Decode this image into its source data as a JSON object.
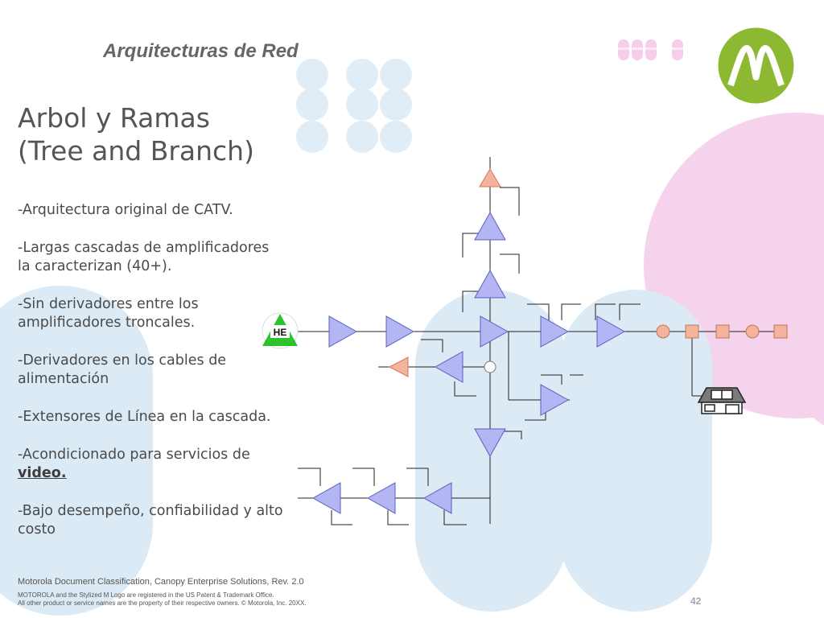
{
  "header": {
    "section_title": "Arquitecturas de Red"
  },
  "slide": {
    "title": "Arbol y Ramas (Tree and Branch)",
    "bullets": [
      "-Arquitectura original de CATV.",
      "-Largas cascadas de amplificadores la caracterizan (40+).",
      "-Sin derivadores entre los amplificadores troncales.",
      "-Derivadores en los cables de alimentación",
      "-Extensores de Línea en la cascada.",
      "-Acondicionado para servicios de",
      "-Bajo desempeño, confiabilidad y alto costo"
    ],
    "bullet_emphasis": "video."
  },
  "diagram": {
    "headend_label": "HE"
  },
  "footer": {
    "classification": "Motorola Document Classification, Canopy Enterprise Solutions, Rev. 2.0",
    "legal_line1": "MOTOROLA and the Stylized M Logo are registered in the US Patent & Trademark Office.",
    "legal_line2": "All other product or service names are the property of their respective owners. © Motorola, Inc. 20XX.",
    "page_number": "42"
  },
  "colors": {
    "amplifier_fill": "#b3b6f2",
    "amplifier_stroke": "#5a5fc0",
    "extender_fill": "#f3b39d",
    "node_fill": "#f3b39d",
    "headend_fill": "#2ec22e",
    "logo_green": "#8db832",
    "bg_blue": "#dbeaf5",
    "bg_pink": "#f6d3ec"
  }
}
